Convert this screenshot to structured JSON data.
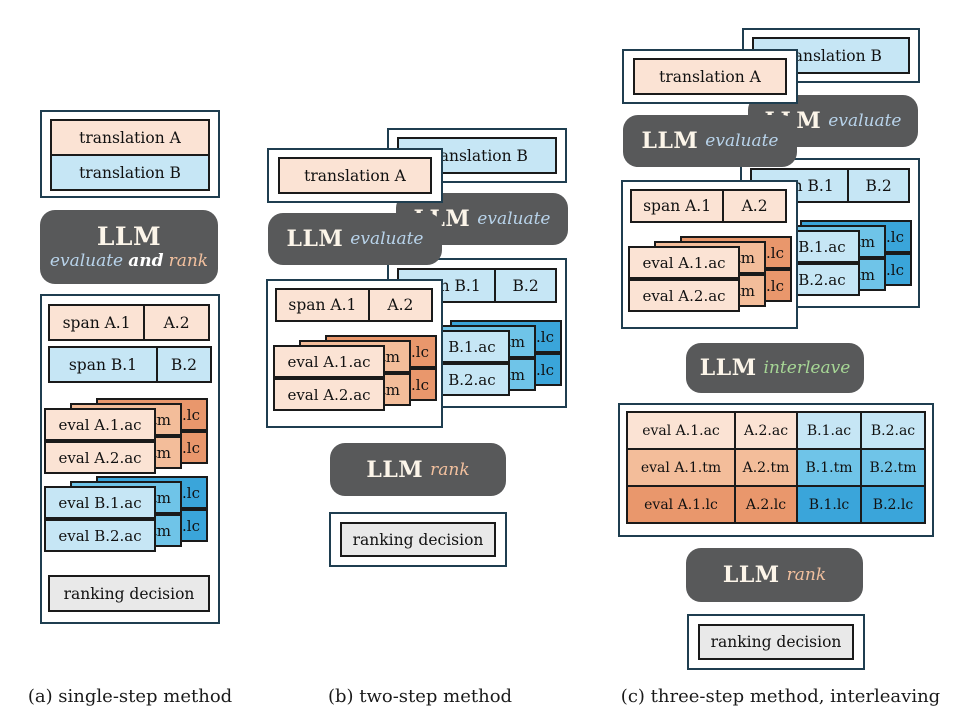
{
  "colors": {
    "peach_light": "#fbe3d4",
    "peach_mid": "#f3bd9a",
    "orange_dark": "#e9976c",
    "blue_light": "#c6e6f5",
    "blue_mid": "#6fc4e8",
    "blue_dark": "#3aa5da",
    "box_gray": "#58595a",
    "decision_gray": "#e9e9e9",
    "frame_navy": "#1f3e50",
    "card_border": "#1a1a1a",
    "llm_text": "#fcf5e9",
    "evaluate_color": "#b8d3ea",
    "rank_color": "#f2c09e",
    "interleave_color": "#a6d695",
    "and_color": "#ffffff"
  },
  "labels": {
    "translation_a": "translation A",
    "translation_b": "translation B",
    "llm": "LLM",
    "evaluate": "evaluate",
    "and": "and",
    "rank": "rank",
    "interleave": "interleave",
    "span_a1": "span A.1",
    "span_a2": "A.2",
    "span_b1": "span B.1",
    "span_b2": "B.2",
    "eval_a1_ac": "eval A.1.ac",
    "eval_a2_ac": "eval A.2.ac",
    "eval_b1_ac": "eval B.1.ac",
    "eval_b2_ac": "eval B.2.ac",
    "tm": "tm",
    "lc": ".lc",
    "ranking_decision": "ranking decision"
  },
  "captions": {
    "a": "(a) single-step method",
    "b": "(b) two-step method",
    "c": "(c) three-step method, interleaving"
  },
  "table": {
    "rows": [
      {
        "tone": "light",
        "cells": [
          "eval A.1.ac",
          "A.2.ac",
          "B.1.ac",
          "B.2.ac"
        ]
      },
      {
        "tone": "mid",
        "cells": [
          "eval A.1.tm",
          "A.2.tm",
          "B.1.tm",
          "B.2.tm"
        ]
      },
      {
        "tone": "dark",
        "cells": [
          "eval A.1.lc",
          "A.2.lc",
          "B.1.lc",
          "B.2.lc"
        ]
      }
    ]
  }
}
